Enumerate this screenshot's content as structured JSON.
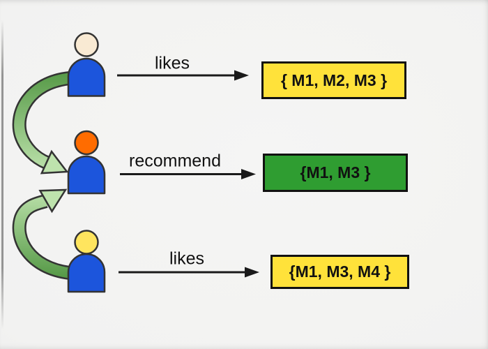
{
  "background": {
    "color": "#F2F2F1"
  },
  "colors": {
    "person_body_blue": "#1C55DC",
    "person_outline": "#333333",
    "curved_arrow_dark_green": "#579A48",
    "curved_arrow_light_green": "#BEE3AD",
    "curved_arrow_outline": "#333333",
    "straight_arrow_black": "#1A1A1A",
    "box_border": "#111111"
  },
  "rows": [
    {
      "user": "top-user",
      "head_color": "#F9EAD3",
      "relation_label": "likes",
      "set_text": "{ M1, M2, M3 }",
      "box_color": "#FFE23A"
    },
    {
      "user": "middle-user",
      "head_color": "#FF6C00",
      "relation_label": "recommend",
      "set_text": "{M1, M3 }",
      "box_color": "#2F9D31"
    },
    {
      "user": "bottom-user",
      "head_color": "#FFE55E",
      "relation_label": "likes",
      "set_text": "{M1, M3, M4 }",
      "box_color": "#FFE23A"
    }
  ]
}
